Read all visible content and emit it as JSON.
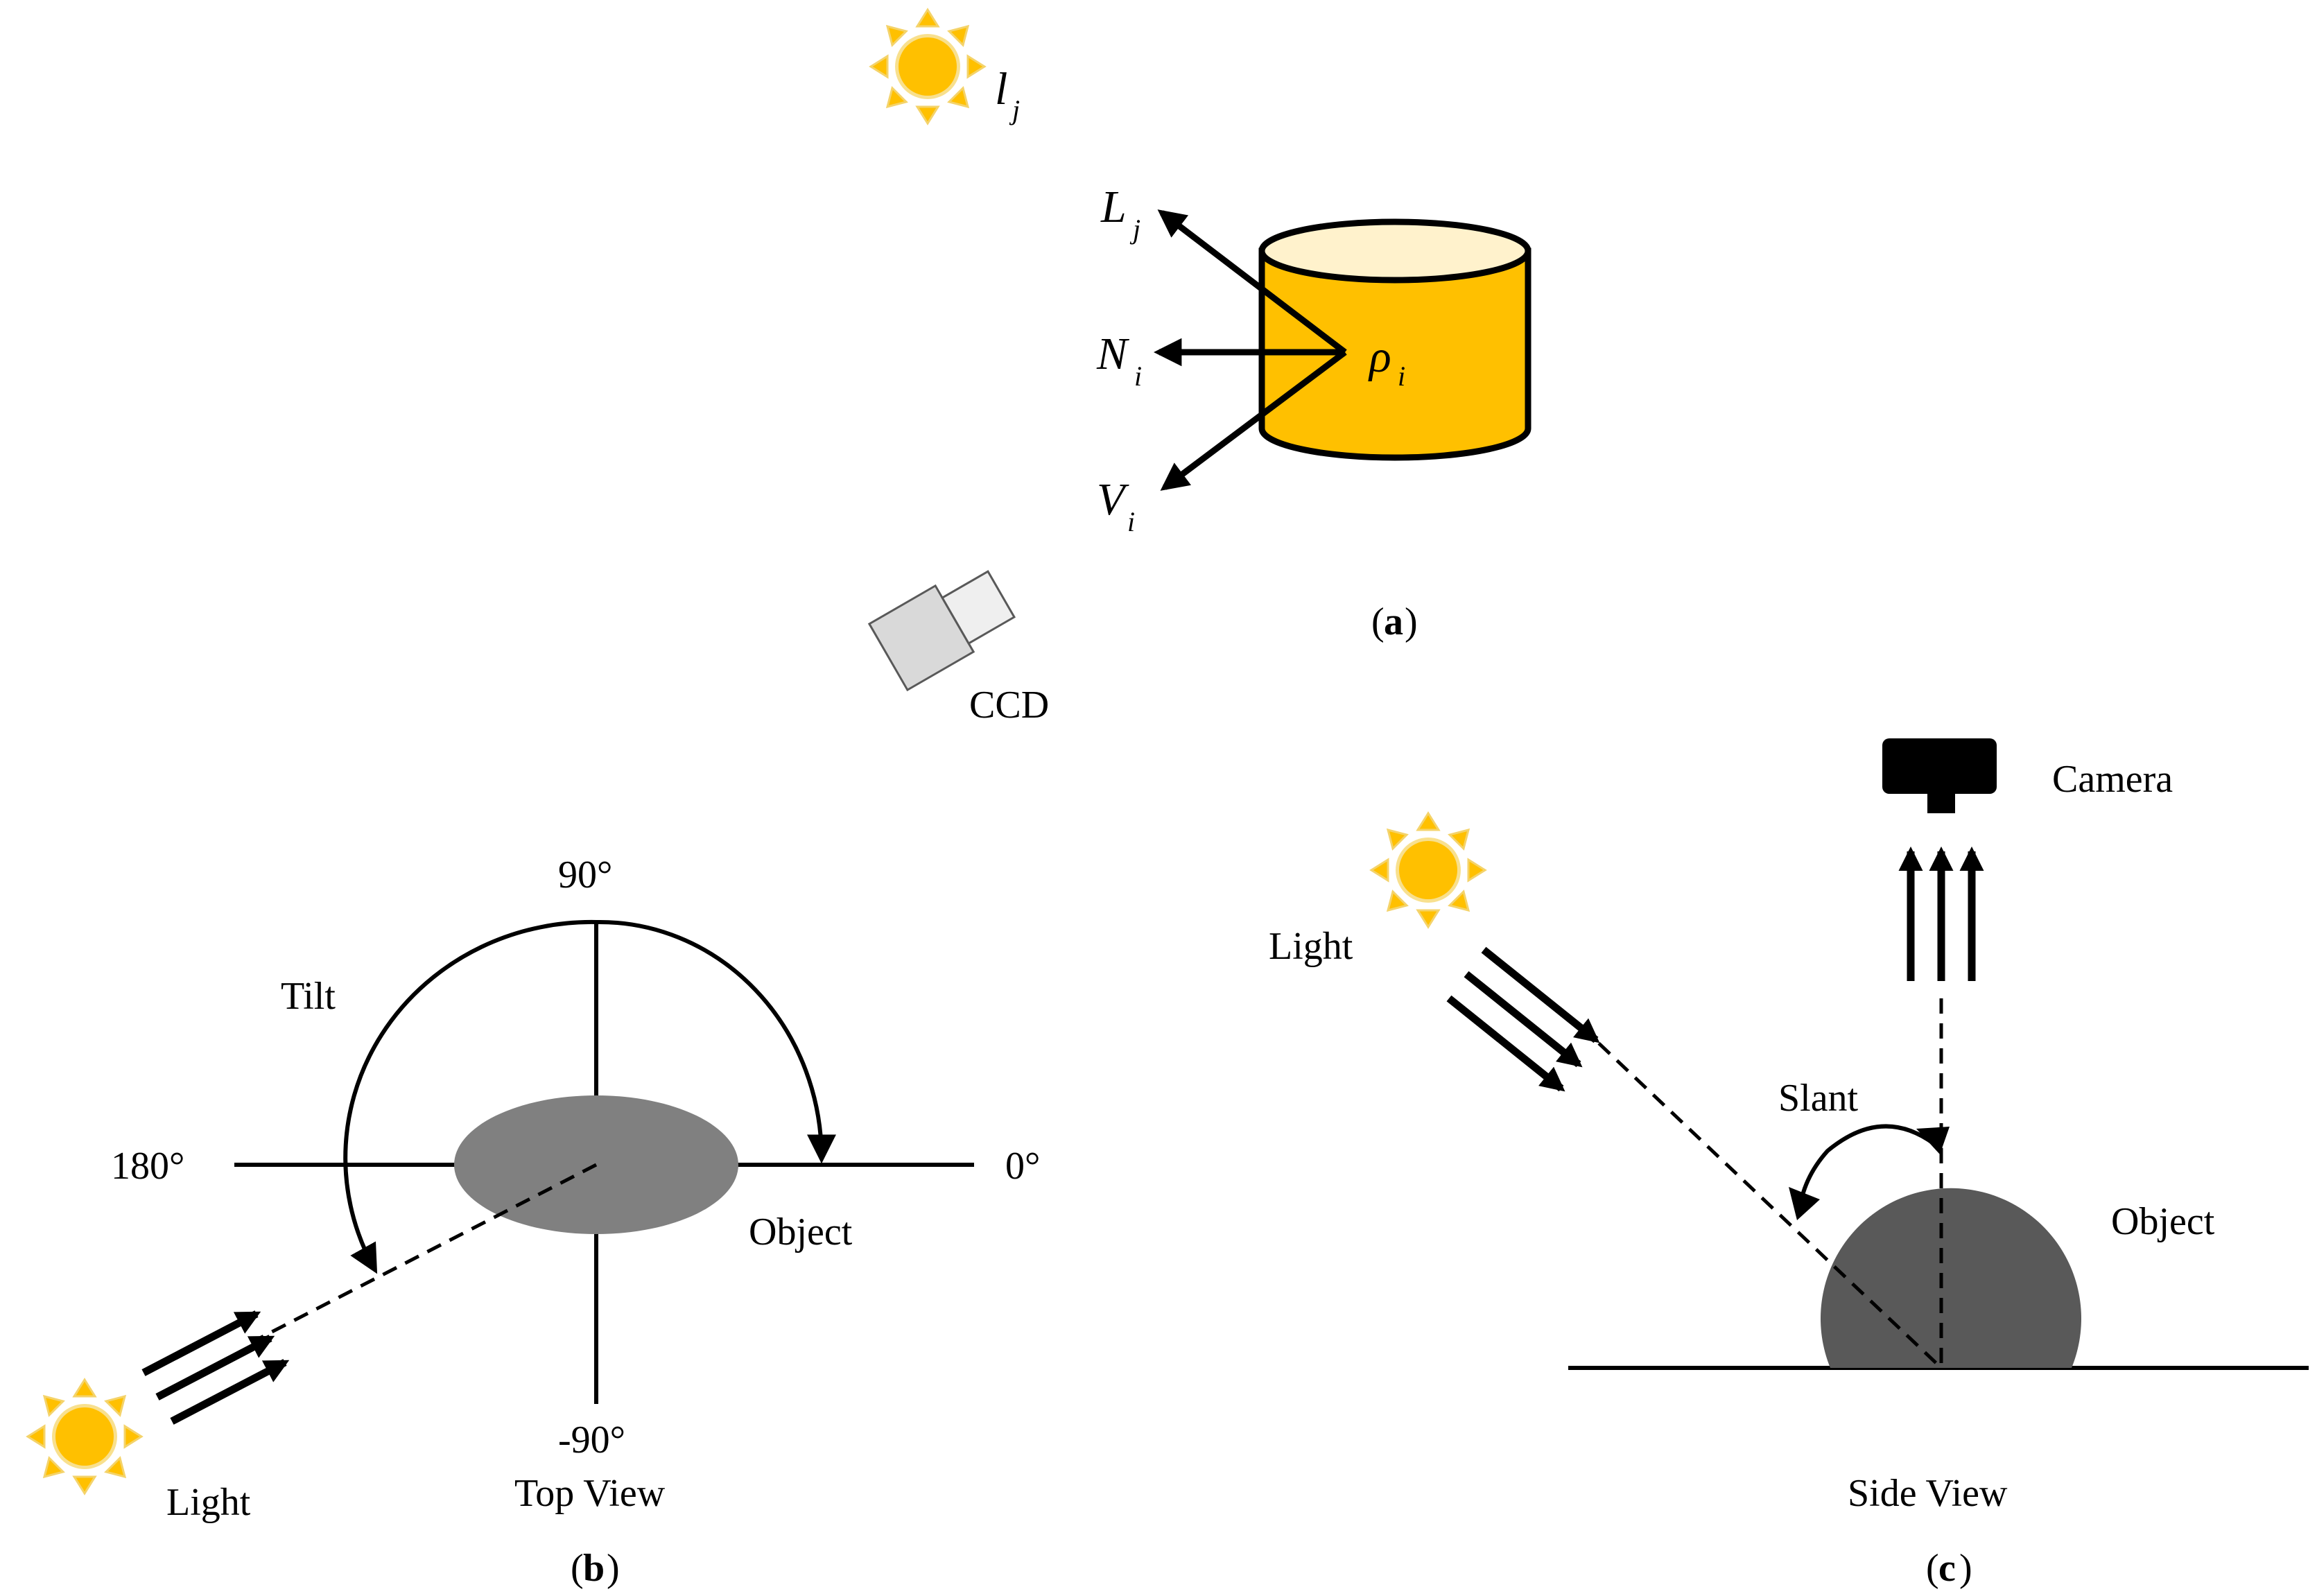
{
  "panel_a": {
    "light_label": "l",
    "light_sub": "j",
    "vector_L": "L",
    "vector_L_sub": "j",
    "vector_N": "N",
    "vector_N_sub": "i",
    "vector_V": "V",
    "vector_V_sub": "i",
    "albedo": "ρ",
    "albedo_sub": "i",
    "sensor_label": "CCD",
    "caption_open": "(",
    "caption_letter": "a",
    "caption_close": ")",
    "colors": {
      "cylinder": "#FFC000",
      "cylinder_top": "#FFF2CC",
      "sun": "#FFC000"
    }
  },
  "panel_b": {
    "angle_top": "90°",
    "angle_left": "180°",
    "angle_right": "0°",
    "angle_bottom": "-90°",
    "tilt_label": "Tilt",
    "object_label": "Object",
    "light_label": "Light",
    "view_label": "Top View",
    "caption_open": "(",
    "caption_letter": "b",
    "caption_close": ")",
    "colors": {
      "object": "#808080"
    }
  },
  "panel_c": {
    "camera_label": "Camera",
    "light_label": "Light",
    "slant_label": "Slant",
    "object_label": "Object",
    "view_label": "Side View",
    "caption_open": "(",
    "caption_letter": "c",
    "caption_close": ")",
    "colors": {
      "object": "#595959",
      "camera": "#000000"
    }
  }
}
